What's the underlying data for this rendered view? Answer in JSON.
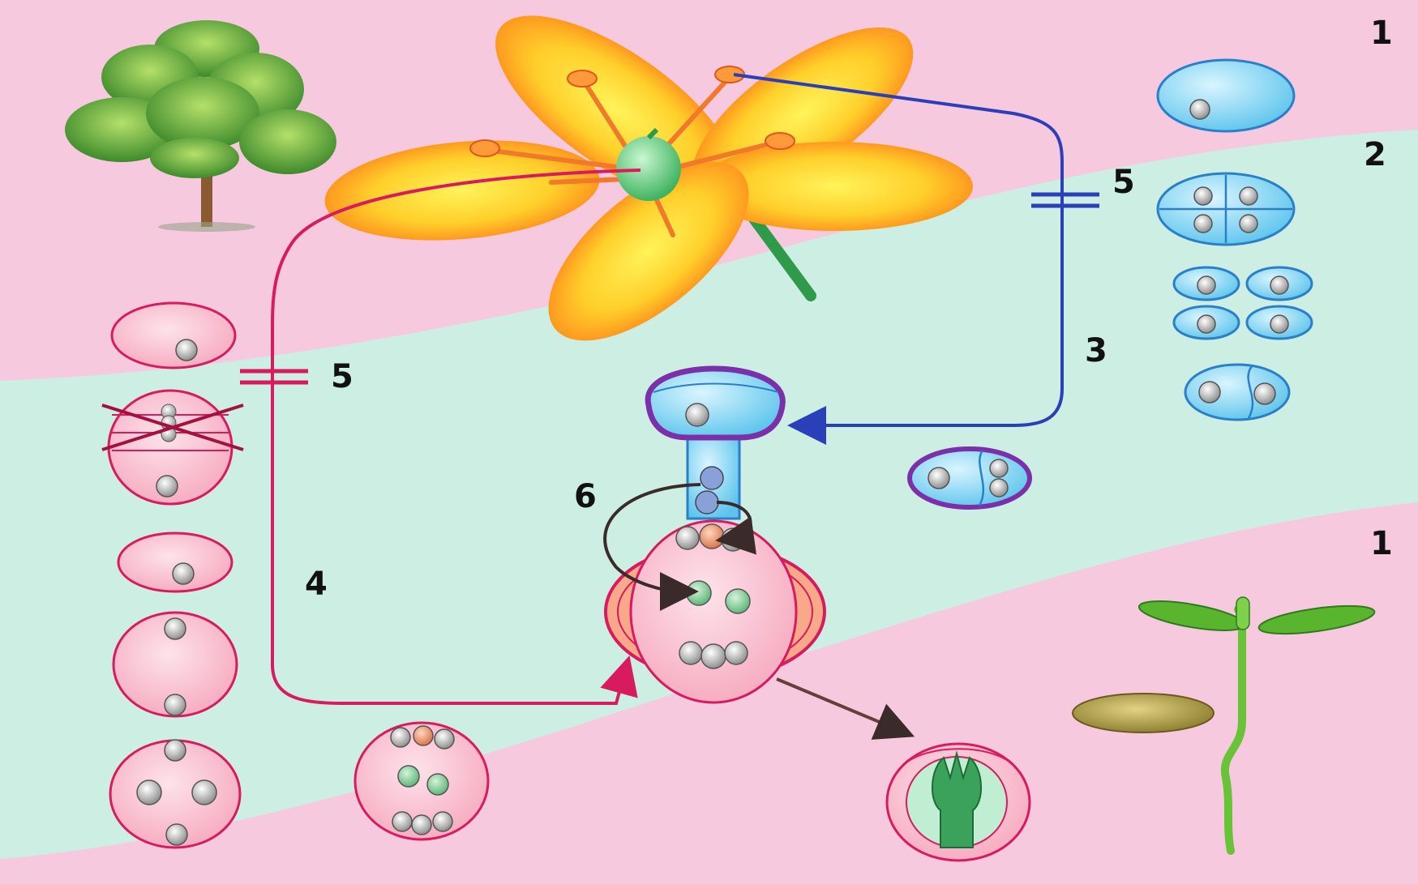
{
  "labels": {
    "generation_top": "1",
    "generation_bottom": "1",
    "meiosis": "2",
    "microgametogenesis": "3",
    "megagametogenesis": "4",
    "reduction_male": "5",
    "reduction_female": "5",
    "double_fertilization": "6"
  },
  "colors": {
    "background_pink": "#f6c9df",
    "background_mint": "#cdeee2",
    "male_line": "#2a3fb8",
    "female_line": "#d81b5f",
    "ovule_cell": "#f9bfd0",
    "pollen_cell": "#7fd3f0"
  }
}
